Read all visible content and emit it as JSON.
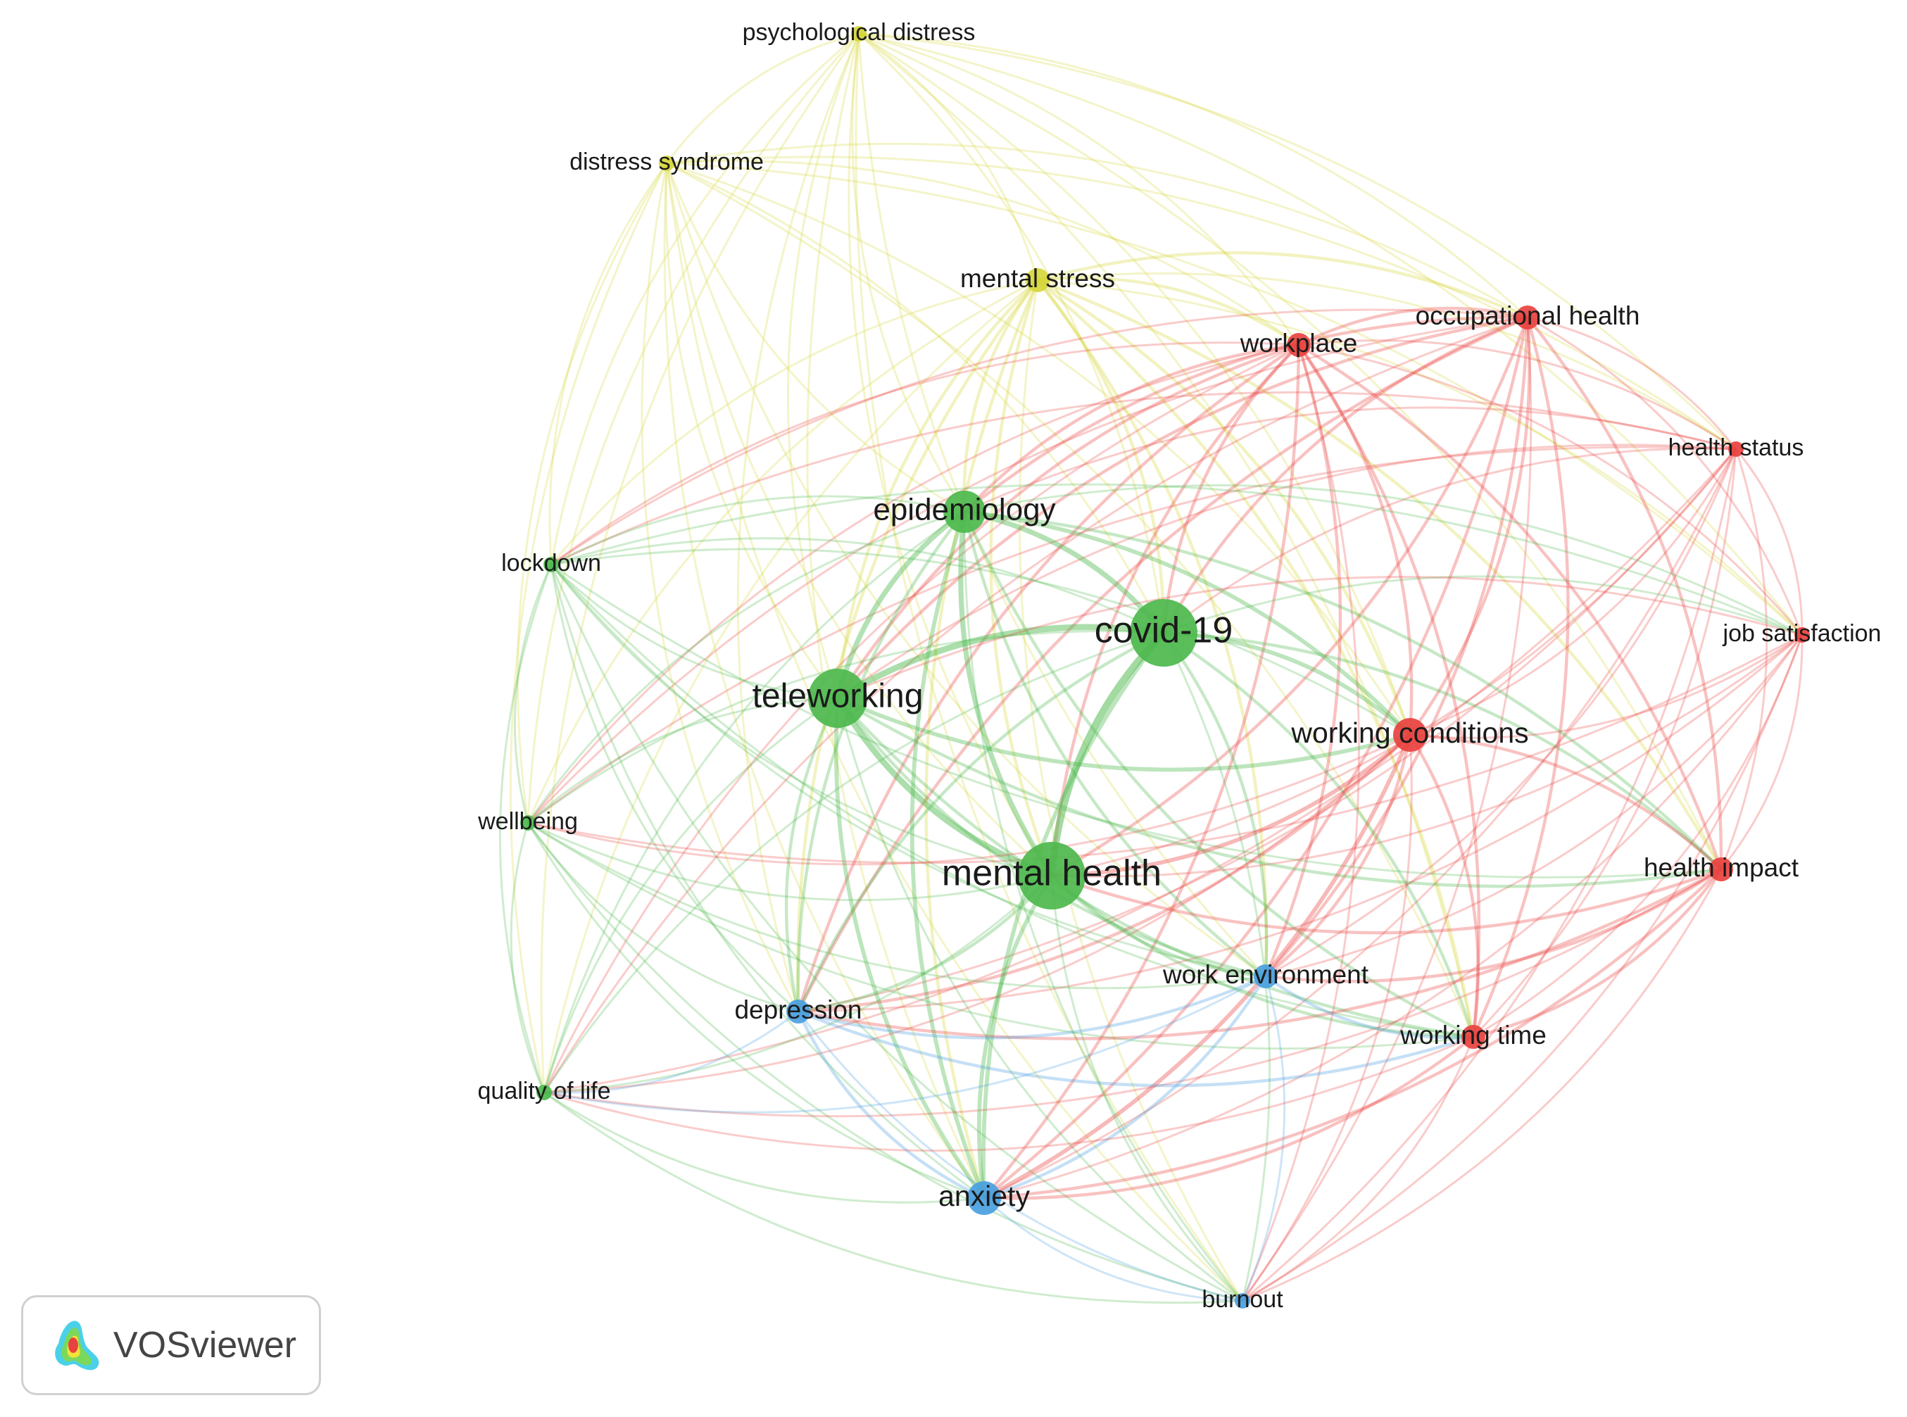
{
  "cluster_colors": {
    "red": "#e8423f",
    "green": "#4db84d",
    "blue": "#4a9fe0",
    "yellow": "#d6d63a"
  },
  "nodes": [
    {
      "id": "psychological-distress",
      "label": "psychological distress",
      "cluster": "yellow",
      "weight": 1
    },
    {
      "id": "distress-syndrome",
      "label": "distress syndrome",
      "cluster": "yellow",
      "weight": 1
    },
    {
      "id": "mental-stress",
      "label": "mental stress",
      "cluster": "yellow",
      "weight": 2
    },
    {
      "id": "workplace",
      "label": "workplace",
      "cluster": "red",
      "weight": 2
    },
    {
      "id": "occupational-health",
      "label": "occupational health",
      "cluster": "red",
      "weight": 2
    },
    {
      "id": "health-status",
      "label": "health status",
      "cluster": "red",
      "weight": 1
    },
    {
      "id": "epidemiology",
      "label": "epidemiology",
      "cluster": "green",
      "weight": 4
    },
    {
      "id": "lockdown",
      "label": "lockdown",
      "cluster": "green",
      "weight": 1
    },
    {
      "id": "covid-19",
      "label": "covid-19",
      "cluster": "green",
      "weight": 6
    },
    {
      "id": "job-satisfaction",
      "label": "job satisfaction",
      "cluster": "red",
      "weight": 1
    },
    {
      "id": "teleworking",
      "label": "teleworking",
      "cluster": "green",
      "weight": 5
    },
    {
      "id": "working-conditions",
      "label": "working conditions",
      "cluster": "red",
      "weight": 3
    },
    {
      "id": "wellbeing",
      "label": "wellbeing",
      "cluster": "green",
      "weight": 1
    },
    {
      "id": "health-impact",
      "label": "health impact",
      "cluster": "red",
      "weight": 2
    },
    {
      "id": "mental-health",
      "label": "mental health",
      "cluster": "green",
      "weight": 6
    },
    {
      "id": "work-environment",
      "label": "work environment",
      "cluster": "blue",
      "weight": 2
    },
    {
      "id": "depression",
      "label": "depression",
      "cluster": "blue",
      "weight": 2
    },
    {
      "id": "working-time",
      "label": "working time",
      "cluster": "red",
      "weight": 2
    },
    {
      "id": "quality-of-life",
      "label": "quality of life",
      "cluster": "green",
      "weight": 1
    },
    {
      "id": "anxiety",
      "label": "anxiety",
      "cluster": "blue",
      "weight": 3
    },
    {
      "id": "burnout",
      "label": "burnout",
      "cluster": "blue",
      "weight": 1
    }
  ],
  "logo": {
    "text": "VOSviewer",
    "icon": "vosviewer-density-icon"
  }
}
